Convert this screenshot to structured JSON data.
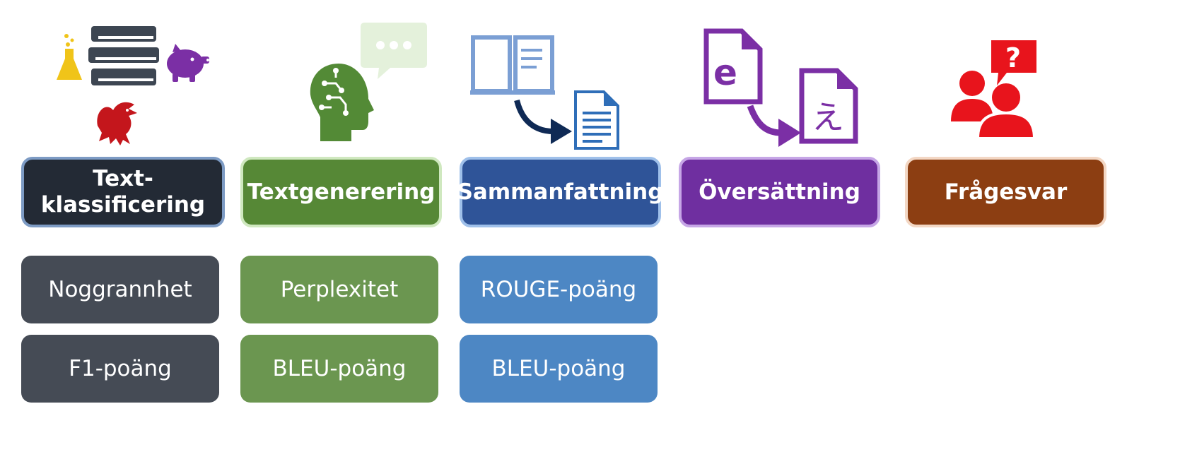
{
  "columns": [
    {
      "id": "text-classification",
      "title": "Text-\nklassificering",
      "metrics": [
        "Noggrannhet",
        "F1-poäng"
      ]
    },
    {
      "id": "text-generation",
      "title": "Textgenerering",
      "metrics": [
        "Perplexitet",
        "BLEU-poäng"
      ]
    },
    {
      "id": "summarization",
      "title": "Sammanfattning",
      "metrics": [
        "ROUGE-poäng",
        "BLEU-poäng"
      ]
    },
    {
      "id": "translation",
      "title": "Översättning",
      "metrics": []
    },
    {
      "id": "question-answering",
      "title": "Frågesvar",
      "metrics": []
    }
  ],
  "icon_labels": {
    "source_letter": "e",
    "target_glyph": "え",
    "question_mark": "?"
  },
  "colors": {
    "classification": "#232a35",
    "generation": "#568836",
    "summarization": "#2f5498",
    "translation": "#6f2fa0",
    "qa": "#8c3e12",
    "qa_icon": "#e8141c"
  },
  "icons": [
    "flask-icon",
    "books-icon",
    "piggy-bank-icon",
    "dragon-icon",
    "ai-head-icon",
    "chat-bubble-icon",
    "open-book-icon",
    "arrow-icon",
    "document-icon",
    "source-document-icon",
    "translated-document-icon",
    "people-icon",
    "question-bubble-icon"
  ]
}
